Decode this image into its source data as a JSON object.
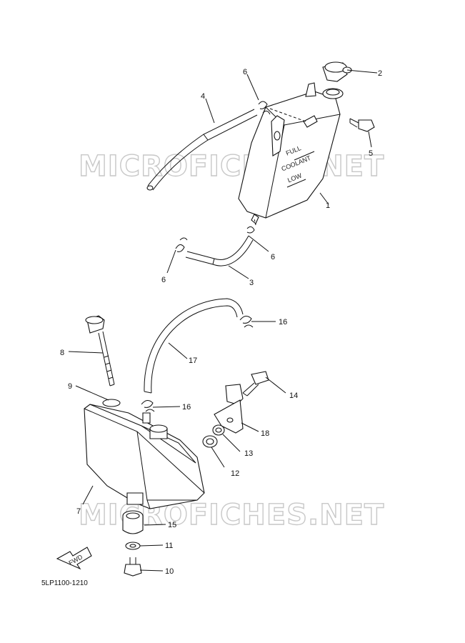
{
  "diagram": {
    "part_code": "5LP1100-1210",
    "watermark": "MICROFICHES.NET",
    "fwd_label": "FWD",
    "tank_labels": {
      "full": "FULL",
      "coolant": "COOLANT",
      "low": "LOW"
    },
    "callouts": {
      "c1": "1",
      "c2": "2",
      "c3": "3",
      "c4": "4",
      "c5": "5",
      "c6a": "6",
      "c6b": "6",
      "c6c": "6",
      "c7": "7",
      "c8": "8",
      "c9": "9",
      "c10": "10",
      "c11": "11",
      "c12": "12",
      "c13": "13",
      "c14": "14",
      "c15": "15",
      "c16a": "16",
      "c16b": "16",
      "c17": "17",
      "c18": "18"
    }
  }
}
